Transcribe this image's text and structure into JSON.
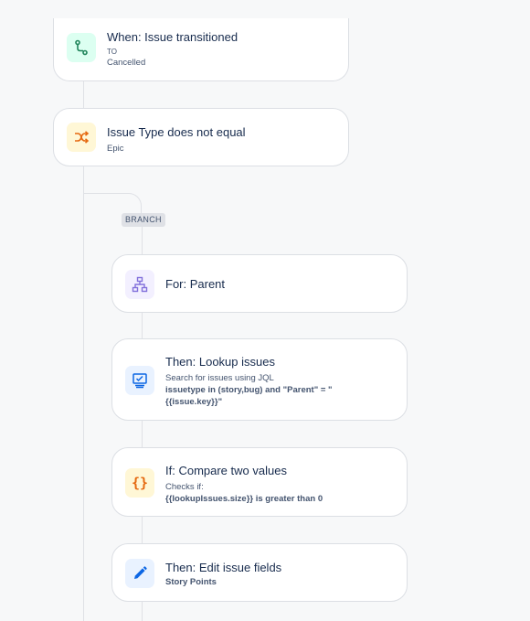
{
  "trigger": {
    "title": "When: Issue transitioned",
    "to_label": "TO",
    "to_value": "Cancelled",
    "icon": "transition-icon",
    "color": "#1f845a"
  },
  "condition": {
    "title": "Issue Type does not equal",
    "value": "Epic",
    "icon": "shuffle-icon",
    "color": "#e56910"
  },
  "branch": {
    "label": "BRANCH"
  },
  "branch_for": {
    "title": "For: Parent",
    "icon": "hierarchy-icon",
    "color": "#8270db"
  },
  "lookup": {
    "title": "Then: Lookup issues",
    "description": "Search for issues using JQL",
    "jql_line1": "issuetype in (story,bug) and \"Parent\" = \"",
    "jql_line2": "{{issue.key}}\"",
    "icon": "monitor-icon",
    "color": "#0c66e4"
  },
  "compare": {
    "title": "If: Compare two values",
    "description": "Checks if:",
    "condition": "{{lookupIssues.size}} is greater than 0",
    "icon": "braces-icon",
    "color": "#e56910"
  },
  "edit": {
    "title": "Then: Edit issue fields",
    "field": "Story Points",
    "icon": "pencil-icon",
    "color": "#0c66e4"
  }
}
